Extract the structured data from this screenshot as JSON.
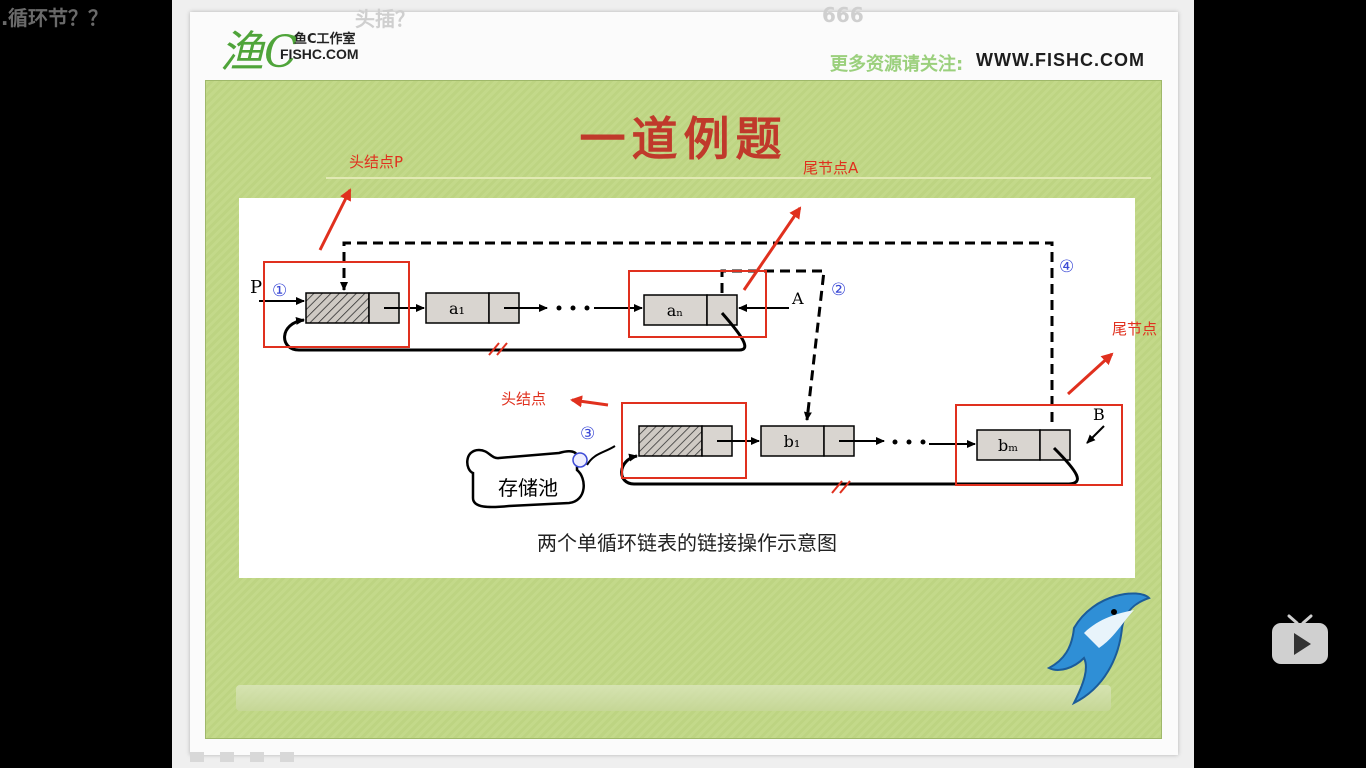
{
  "danmaku": [
    "…循环节？？",
    "头插？",
    "666"
  ],
  "slide": {
    "logo_mark": "渔C",
    "logo_cn": "鱼C工作室",
    "logo_en": "FISHC.COM",
    "header_cn": "更多资源请关注:",
    "header_url": "WWW.FISHC.COM",
    "title": "一道例题"
  },
  "diagram": {
    "caption": "两个单循环链表的链接操作示意图",
    "pool_label": "存储池",
    "pointer_p": "P",
    "pointer_a": "A",
    "pointer_b": "B",
    "node_a1": "a₁",
    "node_an": "aₙ",
    "node_b1": "b₁",
    "node_bm": "bₘ",
    "steps": [
      "①",
      "②",
      "③",
      "④"
    ]
  },
  "annotations": {
    "head_p": "头结点P",
    "tail_a": "尾节点A",
    "head": "头结点",
    "tail": "尾节点"
  },
  "colors": {
    "annotation": "#e0301e",
    "panel": "#c3d98a",
    "title": "#c0392b"
  }
}
